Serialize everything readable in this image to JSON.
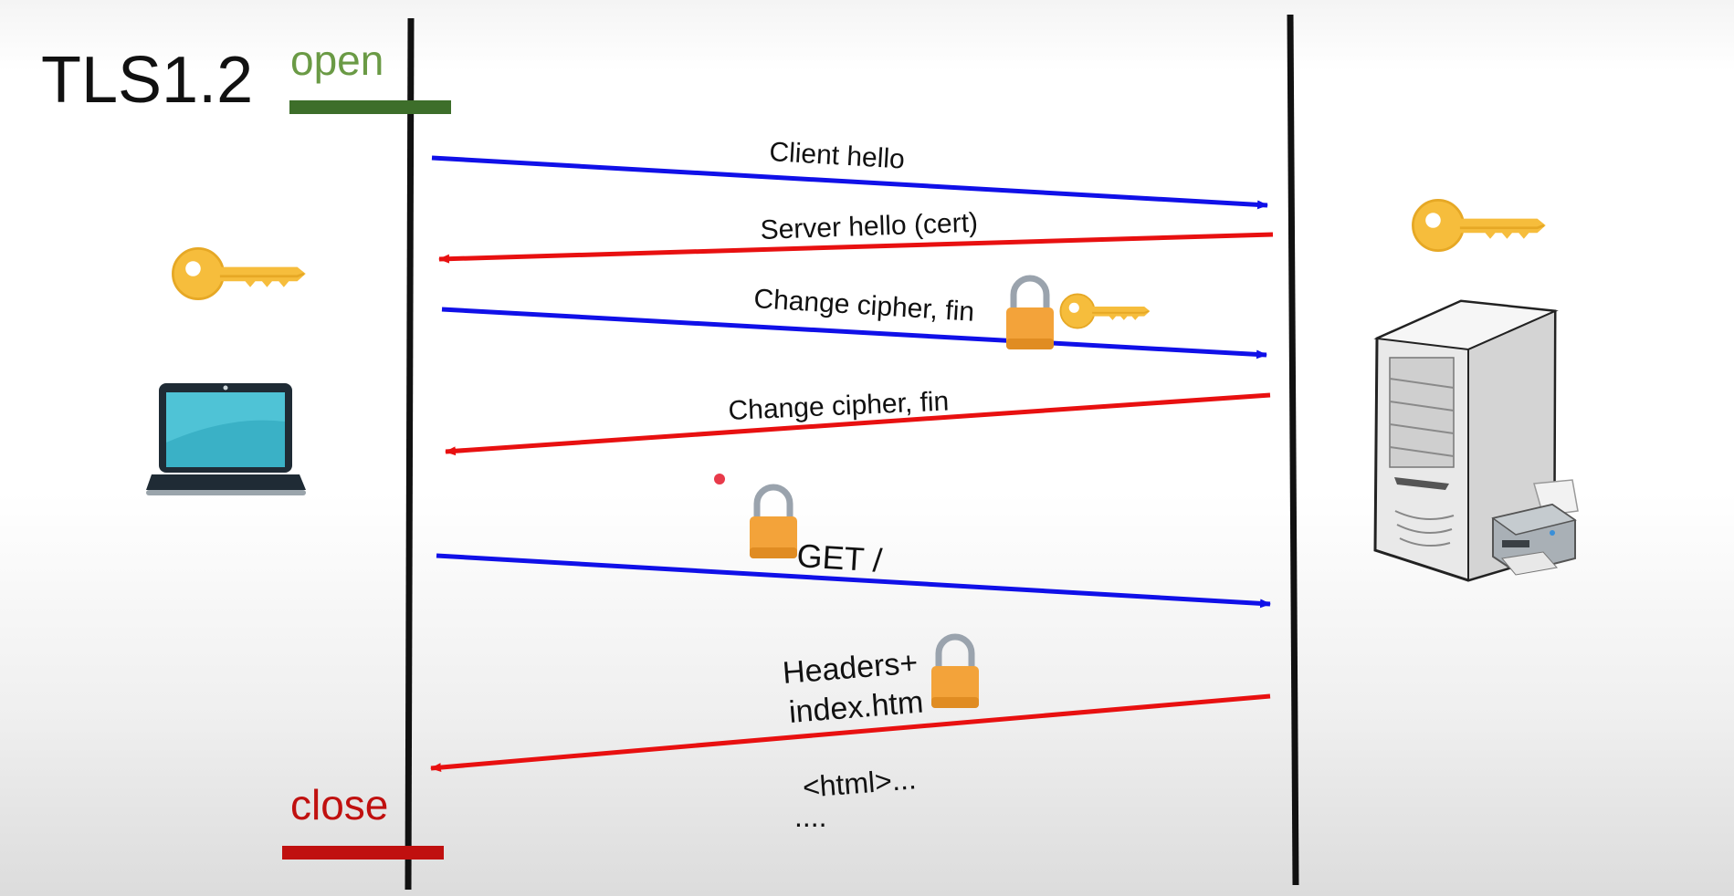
{
  "title": "TLS1.2",
  "open_label": "open",
  "close_label": "close",
  "colors": {
    "open": "#3d6e2a",
    "open_text": "#6a9a45",
    "close": "#c0100f",
    "client_to_server": "#1010e8",
    "server_to_client": "#e81010",
    "key": "#f6bd3c",
    "lock": "#f3a33a"
  },
  "messages": [
    {
      "label": "Client hello",
      "direction": "client-to-server"
    },
    {
      "label": "Server hello (cert)",
      "direction": "server-to-client"
    },
    {
      "label": "Change cipher, fin",
      "direction": "client-to-server"
    },
    {
      "label": "Change cipher, fin",
      "direction": "server-to-client"
    },
    {
      "label": "GET /",
      "direction": "client-to-server"
    },
    {
      "label_line1": "Headers+",
      "label_line2": "index.htm",
      "direction": "server-to-client"
    }
  ],
  "body_preview": {
    "line1": "<html>...",
    "line2": "...."
  },
  "icons": {
    "client": "laptop-icon",
    "server": "server-tower-icon",
    "client_key": "key-icon",
    "server_key": "key-icon",
    "lock": "padlock-icon"
  }
}
